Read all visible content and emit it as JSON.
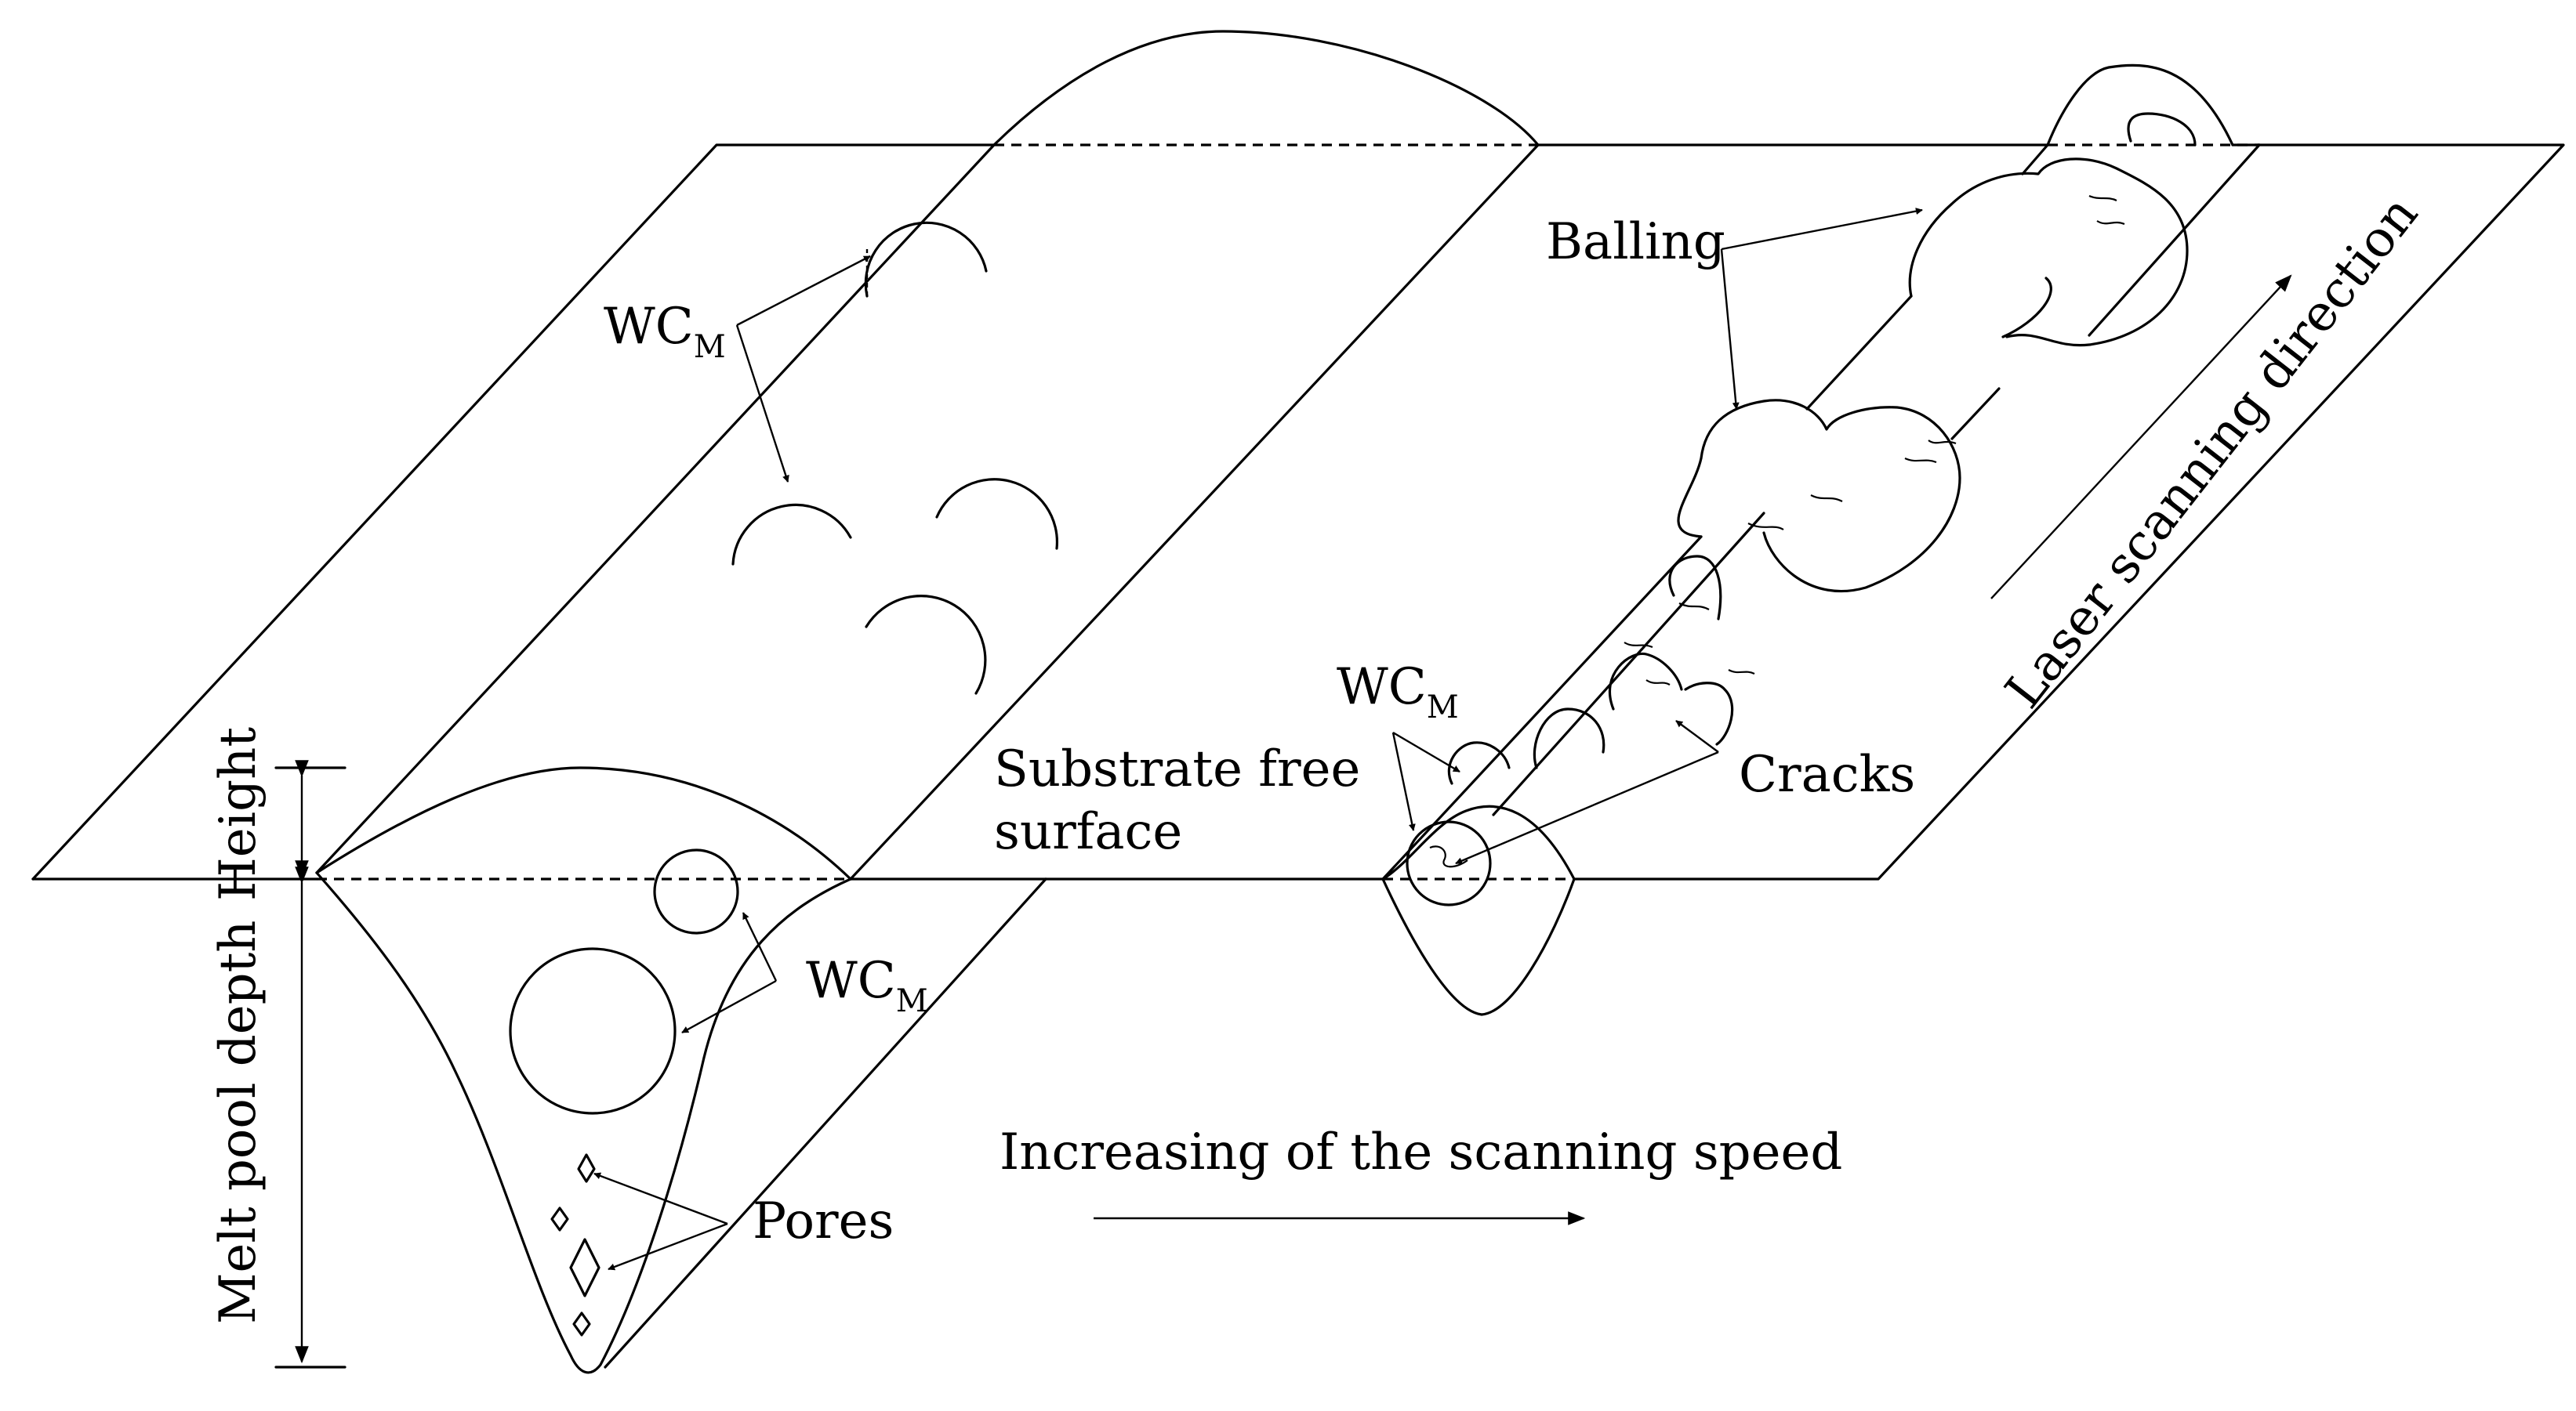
{
  "labels": {
    "wcm_main": "WC",
    "wcm_sub": "M",
    "balling": "Balling",
    "cracks": "Cracks",
    "substrate_line1": "Substrate free",
    "substrate_line2": "surface",
    "pores": "Pores",
    "height": "Height",
    "melt_pool_depth": "Melt pool depth",
    "increasing_speed": "Increasing of the scanning speed",
    "laser_direction": "Laser scanning direction"
  }
}
